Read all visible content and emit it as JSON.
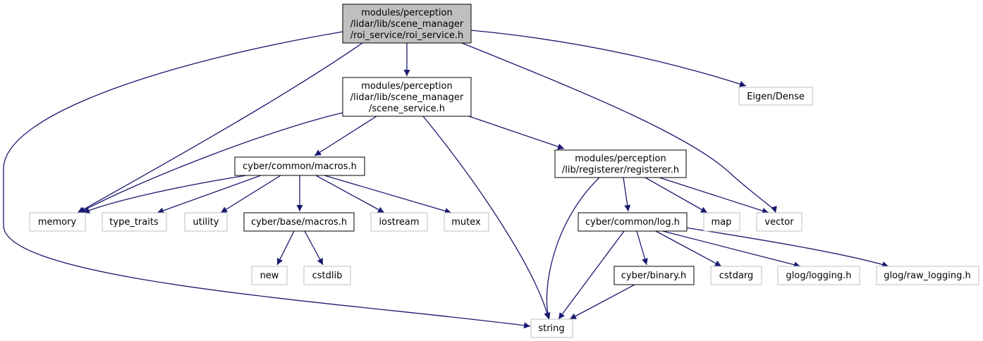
{
  "colors": {
    "edge": "#191970",
    "main_fill": "#bfbfbf",
    "doc_border": "#000000",
    "ext_border": "#bfbfbf"
  },
  "nodes": {
    "roi_service": {
      "lines": [
        "modules/perception",
        "/lidar/lib/scene_manager",
        "/roi_service/roi_service.h"
      ]
    },
    "scene_service": {
      "lines": [
        "modules/perception",
        "/lidar/lib/scene_manager",
        "/scene_service.h"
      ]
    },
    "eigen_dense": {
      "lines": [
        "Eigen/Dense"
      ]
    },
    "cyber_common_macros": {
      "lines": [
        "cyber/common/macros.h"
      ]
    },
    "registerer": {
      "lines": [
        "modules/perception",
        "/lib/registerer/registerer.h"
      ]
    },
    "memory": {
      "lines": [
        "memory"
      ]
    },
    "type_traits": {
      "lines": [
        "type_traits"
      ]
    },
    "utility": {
      "lines": [
        "utility"
      ]
    },
    "cyber_base_macros": {
      "lines": [
        "cyber/base/macros.h"
      ]
    },
    "iostream": {
      "lines": [
        "iostream"
      ]
    },
    "mutex": {
      "lines": [
        "mutex"
      ]
    },
    "cyber_common_log": {
      "lines": [
        "cyber/common/log.h"
      ]
    },
    "map": {
      "lines": [
        "map"
      ]
    },
    "vector": {
      "lines": [
        "vector"
      ]
    },
    "new": {
      "lines": [
        "new"
      ]
    },
    "cstdlib": {
      "lines": [
        "cstdlib"
      ]
    },
    "cyber_binary": {
      "lines": [
        "cyber/binary.h"
      ]
    },
    "cstdarg": {
      "lines": [
        "cstdarg"
      ]
    },
    "glog_logging": {
      "lines": [
        "glog/logging.h"
      ]
    },
    "glog_raw_logging": {
      "lines": [
        "glog/raw_logging.h"
      ]
    },
    "string": {
      "lines": [
        "string"
      ]
    }
  }
}
